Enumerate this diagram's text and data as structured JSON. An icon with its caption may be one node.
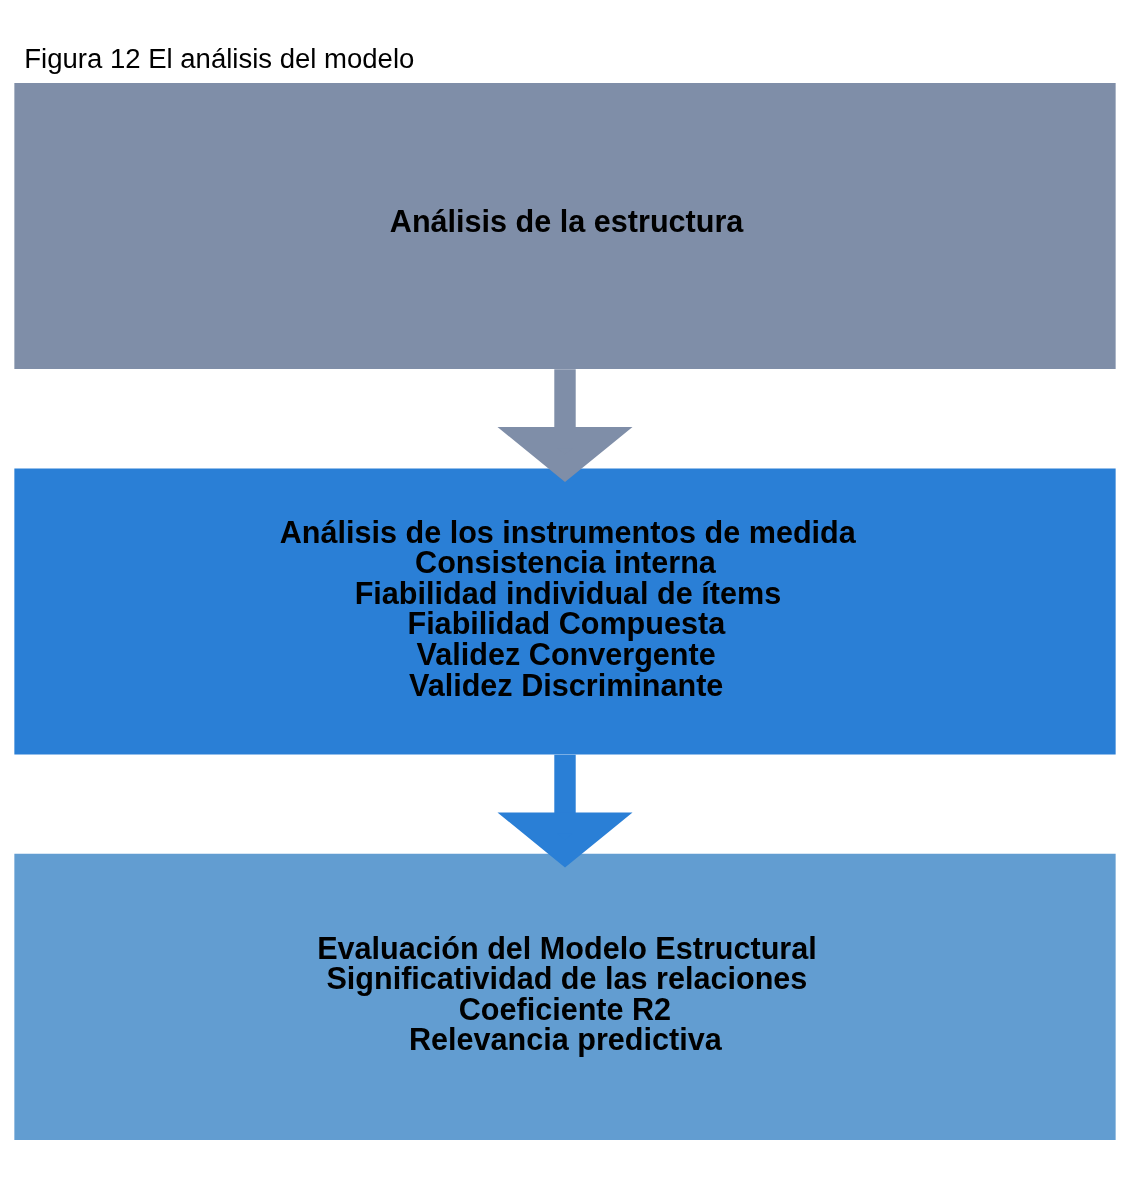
{
  "diagram": {
    "title": "Figura 12 El análisis del modelo",
    "nodes": [
      {
        "text": [
          "Análisis de la estructura"
        ]
      },
      {
        "text": [
          "Análisis de los instrumentos de medida",
          "Consistencia interna",
          "Fiabilidad individual de ítems",
          "Fiabilidad Compuesta",
          "Validez Convergente",
          "Validez Discriminante"
        ]
      },
      {
        "text": [
          "Evaluación del Modelo Estructural",
          "Significatividad de las relaciones",
          "Coeficiente R2",
          "Relevancia predictiva"
        ]
      }
    ],
    "edges": [
      {
        "from": 0,
        "to": 1,
        "arrow": "to",
        "color": "#7f8ea8"
      },
      {
        "from": 1,
        "to": 2,
        "arrow": "to",
        "color": "#2a7fd6"
      }
    ]
  }
}
